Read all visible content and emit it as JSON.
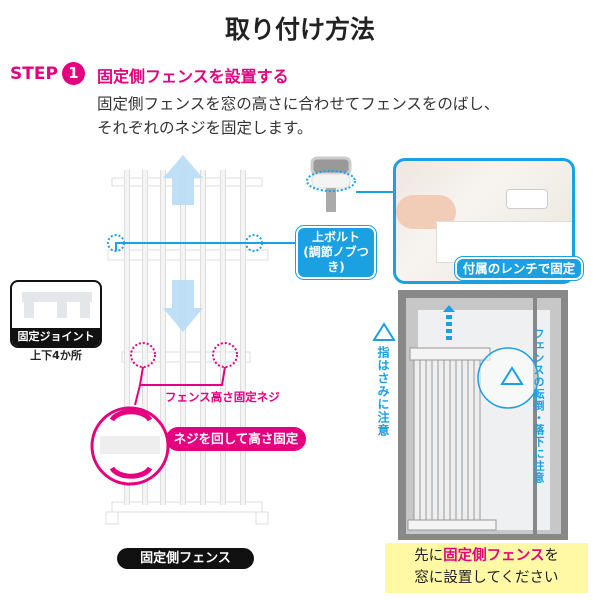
{
  "title": "取り付け方法",
  "step": {
    "label": "STEP",
    "number": "1",
    "heading": "固定側フェンスを設置する",
    "body": [
      "固定側フェンスを窓の高さに合わせてフェンスをのばし、",
      "それぞれのネジを固定します。"
    ]
  },
  "joint": {
    "label": "固定ジョイント",
    "count": "上下4か所"
  },
  "bolt": {
    "label_line1": "上ボルト",
    "label_line2": "(調節ノブつき)"
  },
  "photo": {
    "caption": "付属のレンチで固定"
  },
  "screw": {
    "label": "フェンス高さ固定ネジ",
    "action": "ネジを回して高さ固定"
  },
  "fence_label": "固定側フェンス",
  "warnings": {
    "finger": "指はさみに注意",
    "fall": "フェンスの転倒・落下に注意"
  },
  "note": {
    "prefix": "先に",
    "highlight": "固定側フェンス",
    "suffix": "を",
    "line2": "窓に設置してください"
  },
  "colors": {
    "accent": "#e4007f",
    "blue": "#1ba1e2",
    "note_bg": "#fff9a6"
  }
}
